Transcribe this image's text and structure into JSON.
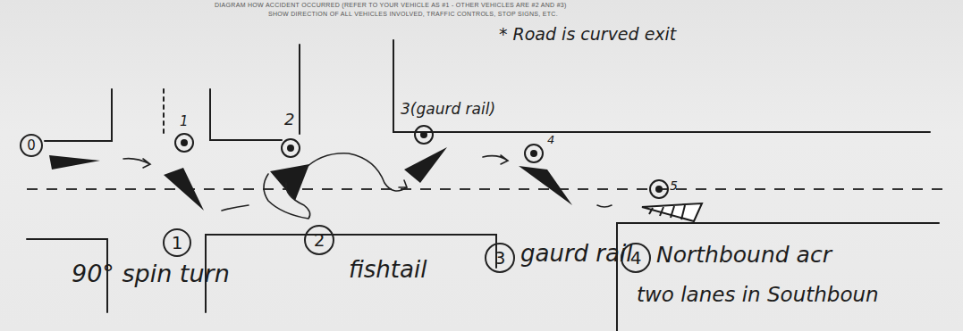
{
  "diagram": {
    "nodes": [
      {
        "text": [
          "0"
        ]
      },
      {
        "text": [
          "1"
        ]
      },
      {
        "text": [
          "2"
        ]
      },
      {
        "text": [
          "3"
        ]
      },
      {
        "text": [
          "4"
        ]
      }
    ],
    "labels": [
      "DIAGRAM HOW ACCIDENT OCCURRED (REFER TO YOUR VEHICLE AS #1 - OTHER VEHICLES ARE #2 AND #3)",
      "SHOW DIRECTION OF ALL VEHICLES INVOLVED, TRAFFIC CONTROLS, STOP SIGNS, ETC.",
      "* Road is curved exit",
      "1",
      "2",
      "3(gaurd rail)",
      "4",
      "5",
      "90° spin turn",
      "fishtail",
      "gaurd rail",
      "Northbound acr",
      "two lanes in Southboun"
    ]
  }
}
